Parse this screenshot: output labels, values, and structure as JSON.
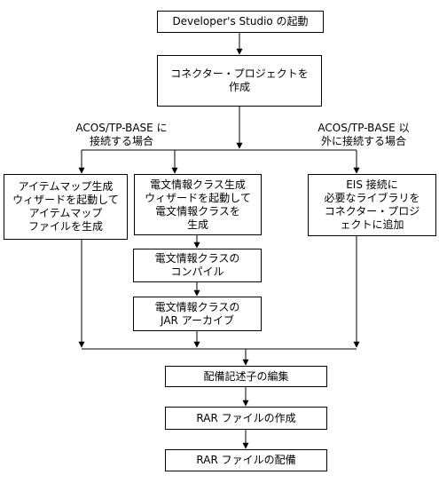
{
  "flow": {
    "start": "Developer's Studio の起動",
    "create_project": [
      "コネクター・プロジェクトを",
      "作成"
    ],
    "branch_acos": [
      "ACOS/TP-BASE に",
      "接続する場合"
    ],
    "branch_other": [
      "ACOS/TP-BASE 以",
      "外に接続する場合"
    ],
    "item_map": [
      "アイテムマップ生成",
      "ウィザードを起動して",
      "アイテムマップ",
      "ファイルを生成"
    ],
    "telegram_class": [
      "電文情報クラス生成",
      "ウィザードを起動して",
      "電文情報クラスを",
      "生成"
    ],
    "eis": [
      "EIS 接続に",
      "必要なライブラリを",
      "コネクター・プロジ",
      "ェクトに追加"
    ],
    "compile": [
      "電文情報クラスの",
      "コンパイル"
    ],
    "jar": [
      "電文情報クラスの",
      "JAR アーカイブ"
    ],
    "descriptor": "配備記述子の編集",
    "rar_create": "RAR ファイルの作成",
    "rar_deploy": "RAR ファイルの配備"
  }
}
